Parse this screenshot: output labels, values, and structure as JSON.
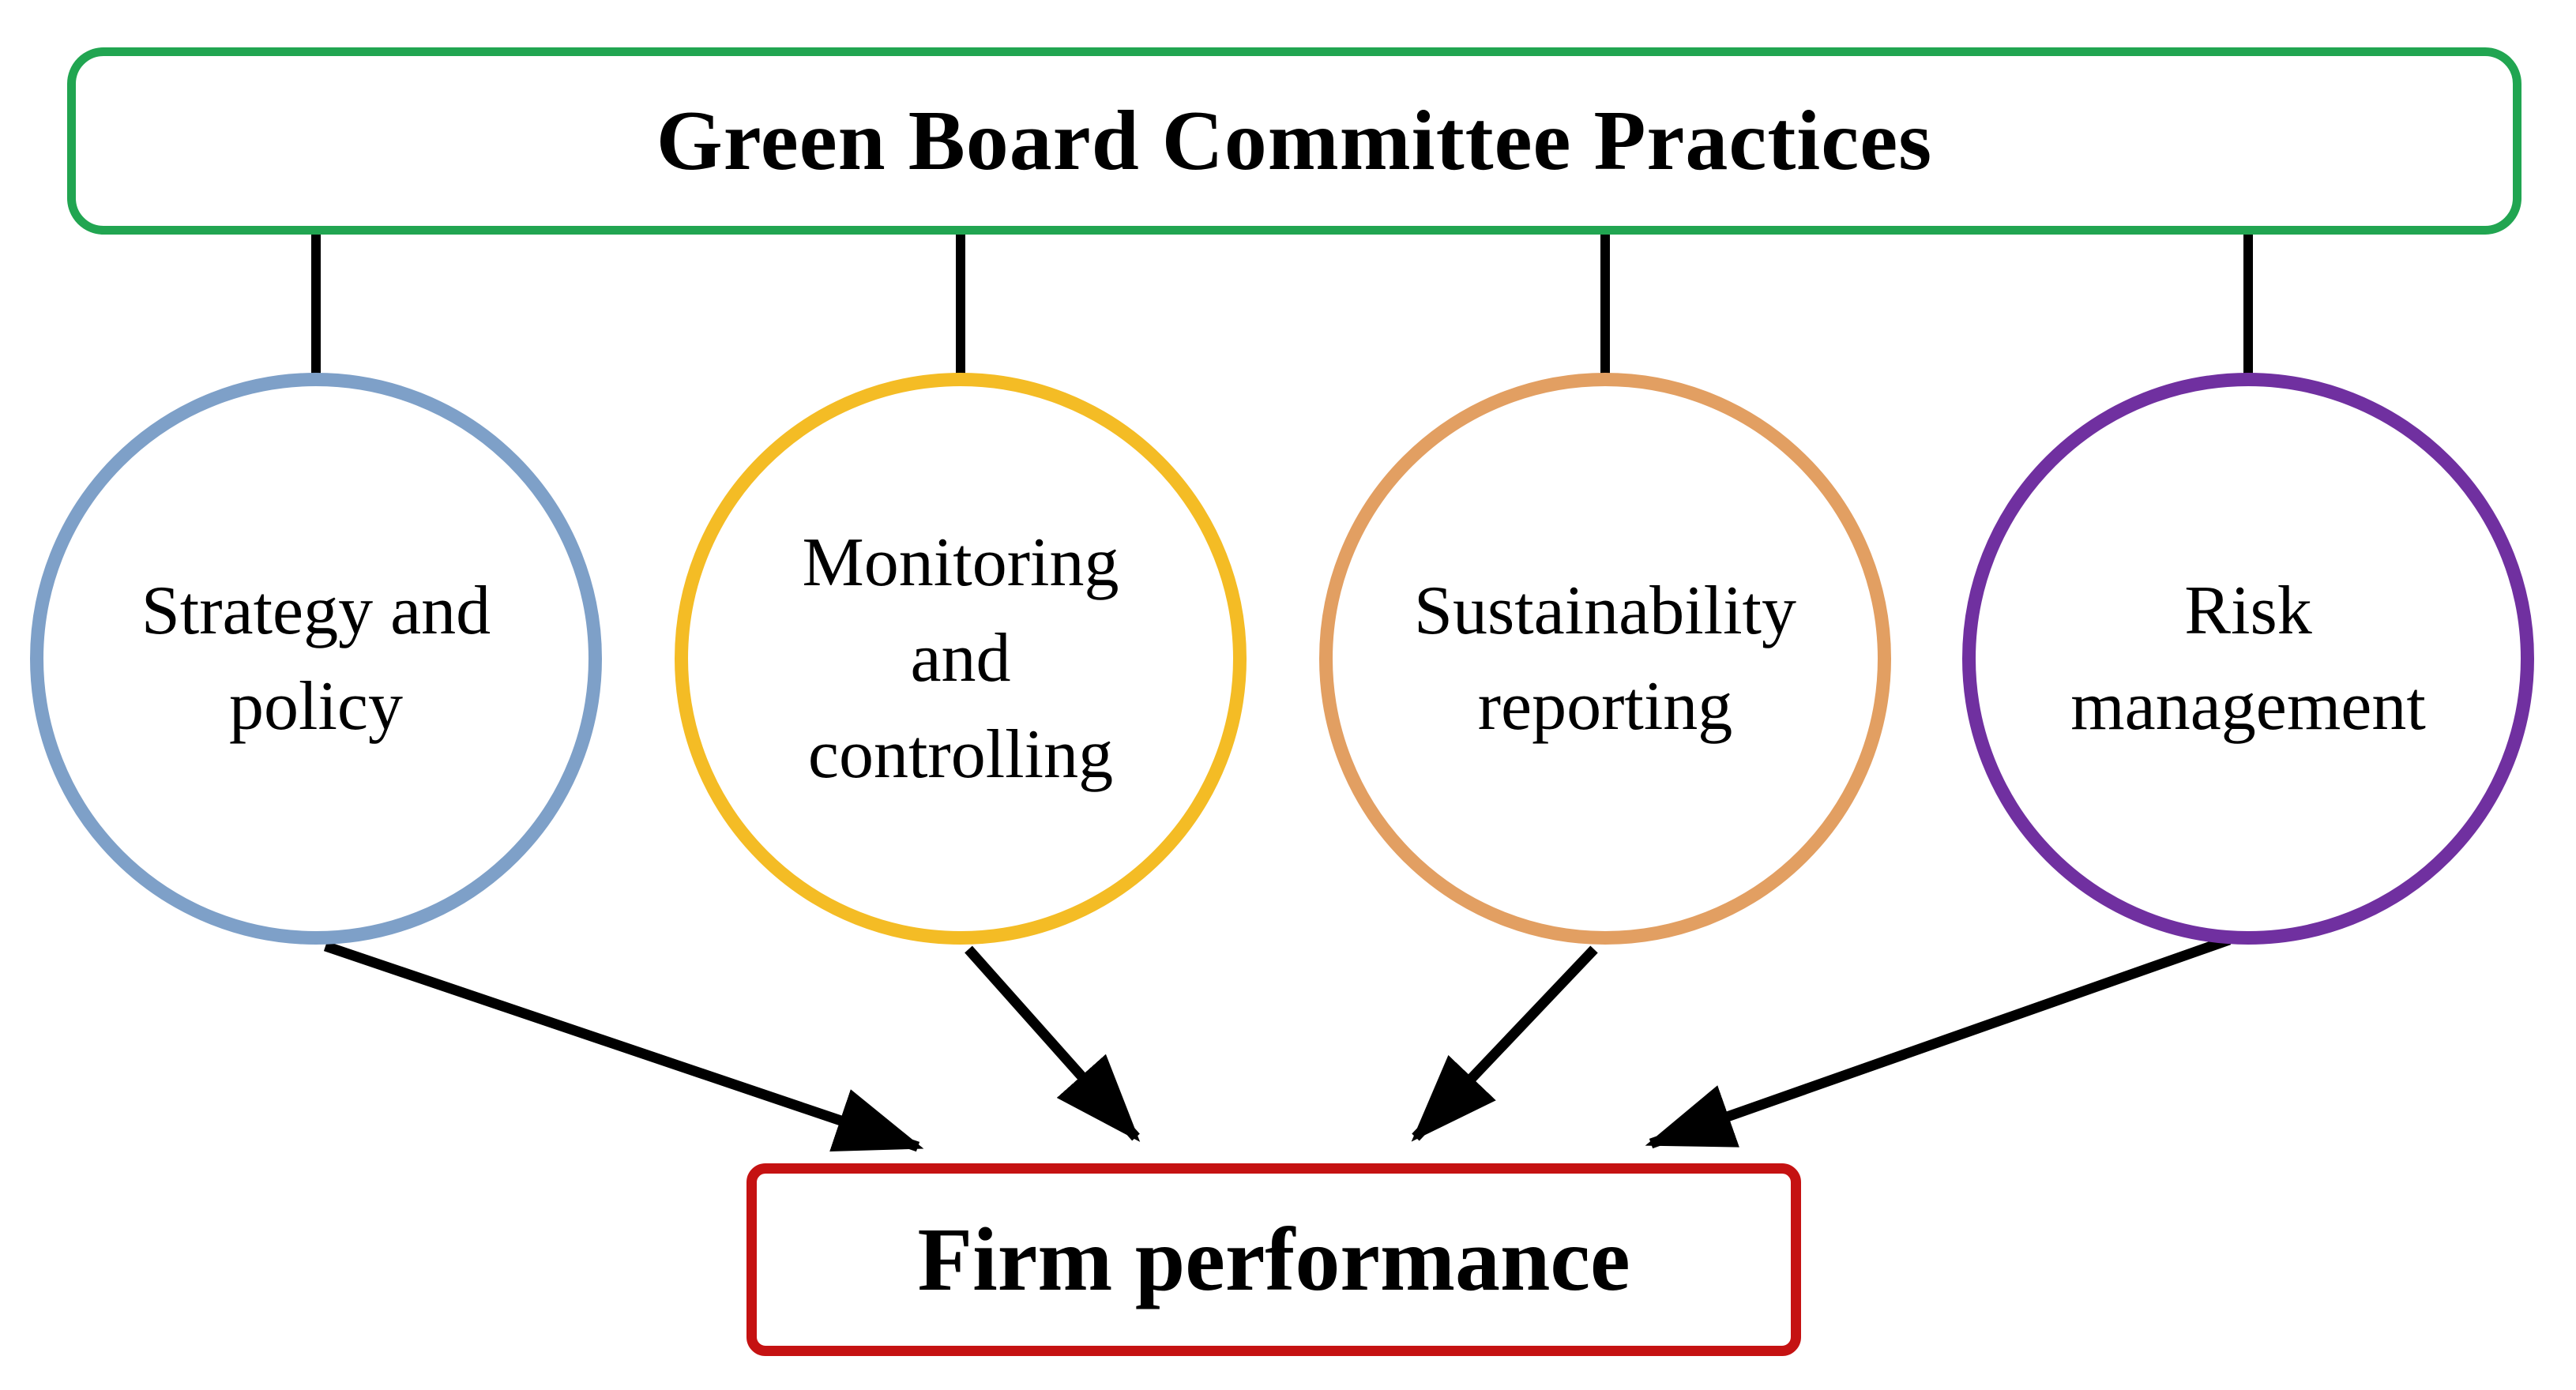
{
  "diagram": {
    "title": "Green Board Committee Practices",
    "practices": [
      {
        "id": "strategy_policy",
        "label": "Strategy and\npolicy",
        "border_color": "#7EA0C8"
      },
      {
        "id": "monitoring_controlling",
        "label": "Monitoring\nand\ncontrolling",
        "border_color": "#F4BC25"
      },
      {
        "id": "sustainability_reporting",
        "label": "Sustainability\nreporting",
        "border_color": "#E29F62"
      },
      {
        "id": "risk_management",
        "label": "Risk\nmanagement",
        "border_color": "#7030A0"
      }
    ],
    "outcome": {
      "id": "firm_performance",
      "label": "Firm performance",
      "border_color": "#C51212"
    },
    "colors": {
      "practices_box_border": "#21A551",
      "connector": "#000000",
      "text": "#000000",
      "background": "#FFFFFF"
    },
    "connections": [
      {
        "from": "practices_box",
        "to": "strategy_policy",
        "type": "line"
      },
      {
        "from": "practices_box",
        "to": "monitoring_controlling",
        "type": "line"
      },
      {
        "from": "practices_box",
        "to": "sustainability_reporting",
        "type": "line"
      },
      {
        "from": "practices_box",
        "to": "risk_management",
        "type": "line"
      },
      {
        "from": "strategy_policy",
        "to": "firm_performance",
        "type": "arrow"
      },
      {
        "from": "monitoring_controlling",
        "to": "firm_performance",
        "type": "arrow"
      },
      {
        "from": "sustainability_reporting",
        "to": "firm_performance",
        "type": "arrow"
      },
      {
        "from": "risk_management",
        "to": "firm_performance",
        "type": "arrow"
      }
    ]
  }
}
